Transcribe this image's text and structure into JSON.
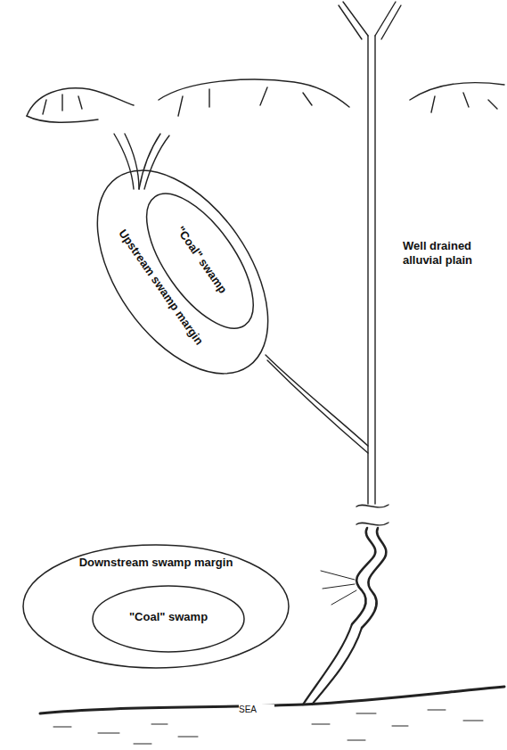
{
  "diagram": {
    "nodes": [
      {
        "text": [
          "Upstream swamp margin"
        ]
      },
      {
        "text": [
          "\"Coal\" swamp"
        ],
        "in": 0
      },
      {
        "text": [
          "Downstream swamp margin"
        ]
      },
      {
        "text": [
          "\"Coal\" swamp"
        ],
        "in": 2
      }
    ],
    "labels": [
      "Well drained alluvial plain",
      "SEA"
    ]
  }
}
